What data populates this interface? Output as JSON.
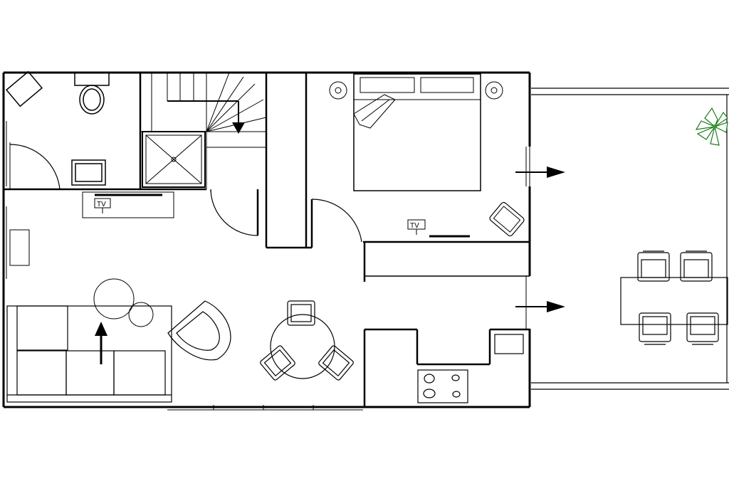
{
  "diagram": {
    "type": "floor-plan",
    "labels": {
      "tv_living": "TV",
      "tv_bedroom": "TV"
    },
    "rooms": [
      "bathroom",
      "staircase",
      "shower",
      "bedroom",
      "living-room",
      "dining-area",
      "kitchen",
      "terrace"
    ],
    "colors": {
      "line": "#000000",
      "background": "#ffffff",
      "plant": "#2e9e2e"
    }
  }
}
